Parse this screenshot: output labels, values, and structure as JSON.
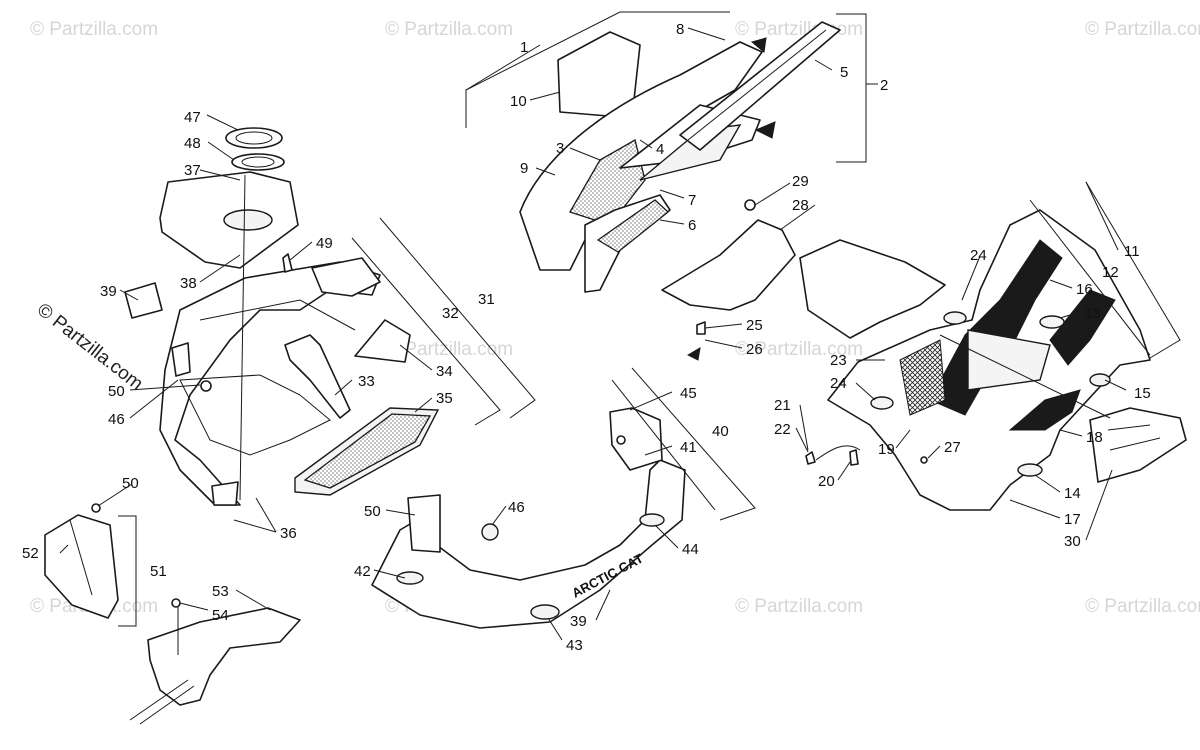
{
  "watermark": {
    "text": "© Partzilla.com",
    "brand_text": "ARCTIC CAT"
  },
  "callouts": [
    "1",
    "2",
    "3",
    "4",
    "5",
    "6",
    "7",
    "8",
    "9",
    "10",
    "11",
    "12",
    "13",
    "14",
    "15",
    "16",
    "17",
    "18",
    "19",
    "20",
    "21",
    "22",
    "23",
    "24",
    "25",
    "26",
    "27",
    "28",
    "29",
    "30",
    "31",
    "32",
    "33",
    "34",
    "35",
    "36",
    "37",
    "38",
    "39",
    "40",
    "41",
    "42",
    "43",
    "44",
    "45",
    "46",
    "47",
    "48",
    "49",
    "50",
    "51",
    "52",
    "53",
    "54"
  ]
}
